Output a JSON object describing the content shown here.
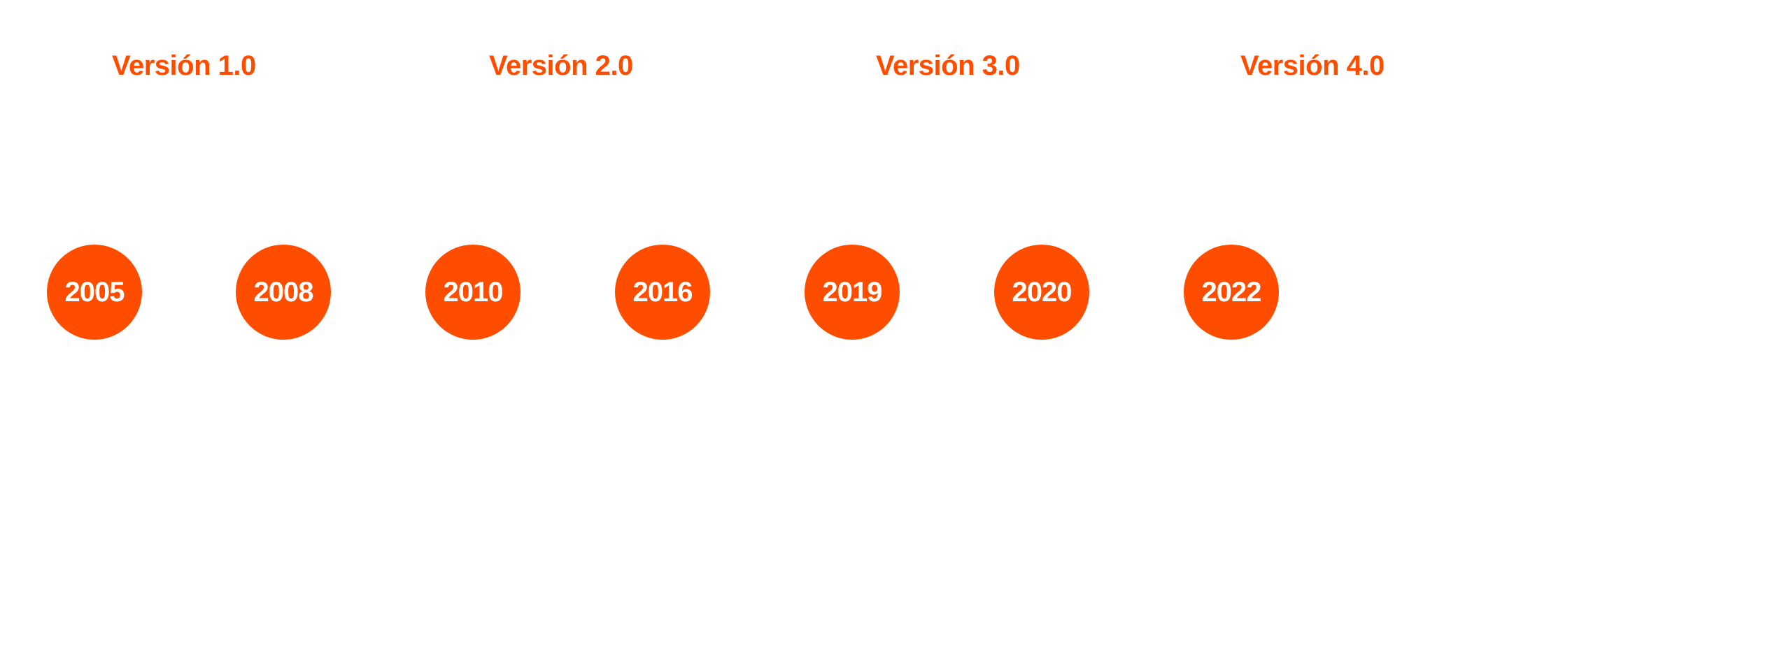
{
  "accent_color": "#ff4d00",
  "versions": [
    "Versión 1.0",
    "Versión 2.0",
    "Versión 3.0",
    "Versión 4.0"
  ],
  "years": [
    "2005",
    "2008",
    "2010",
    "2016",
    "2019",
    "2020",
    "2022"
  ]
}
